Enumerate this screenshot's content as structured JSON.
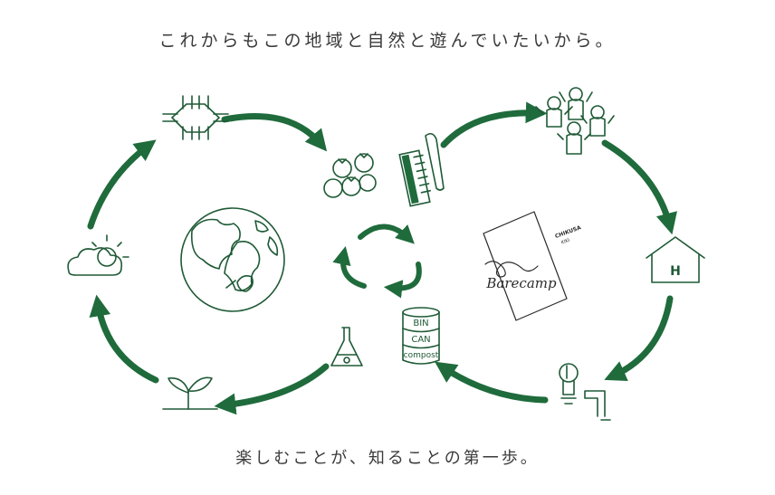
{
  "header": {
    "caption": "これからもこの地域と自然と遊んでいたいから。"
  },
  "footer": {
    "caption": "楽しむことが、知ることの第一歩。"
  },
  "bins": {
    "label_1": "BIN",
    "label_2": "CAN",
    "label_3": "compost"
  },
  "logo": {
    "brand": "Barecamp",
    "side_text_1": "CHIKUSA",
    "side_text_2": "KIKI"
  },
  "house": {
    "letter": "H"
  },
  "colors": {
    "arrow_green": "#1f6b3c",
    "line_green": "#1f5a36",
    "text": "#3a3a3a"
  },
  "icons": [
    "fire-pit-icon",
    "vegetables-icon",
    "toothbrush-comb-icon",
    "children-icon",
    "house-icon",
    "faucet-bulb-icon",
    "waste-bins-icon",
    "recycle-icon",
    "earth-icon",
    "cloud-sun-icon",
    "sprout-icon",
    "flask-icon",
    "barecamp-logo"
  ]
}
